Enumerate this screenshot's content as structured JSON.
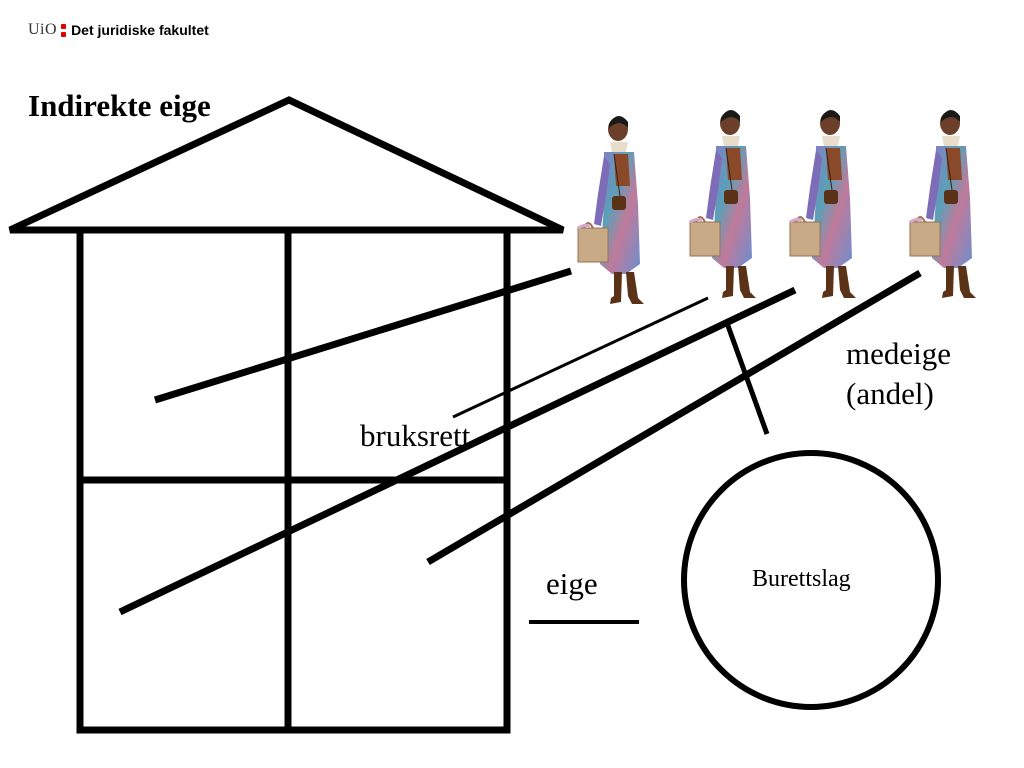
{
  "header": {
    "brand": "UiO",
    "faculty": "Det juridiske fakultet"
  },
  "title": "Indirekte eige",
  "labels": {
    "bruksrett": "bruksrett",
    "medeige_line1": "medeige",
    "medeige_line2": "(andel)",
    "eige": "eige",
    "burettslag": "Burettslag"
  },
  "people": [
    {
      "name": "shopper-woman-1"
    },
    {
      "name": "shopper-woman-2"
    },
    {
      "name": "shopper-woman-3"
    },
    {
      "name": "shopper-woman-4"
    }
  ],
  "colors": {
    "ink": "#000000",
    "brand_dots": "#dd0000",
    "bag": "#c8ab86",
    "coat": "#7c8fc7",
    "skin": "#6b3f2a",
    "boots": "#5a3218"
  }
}
